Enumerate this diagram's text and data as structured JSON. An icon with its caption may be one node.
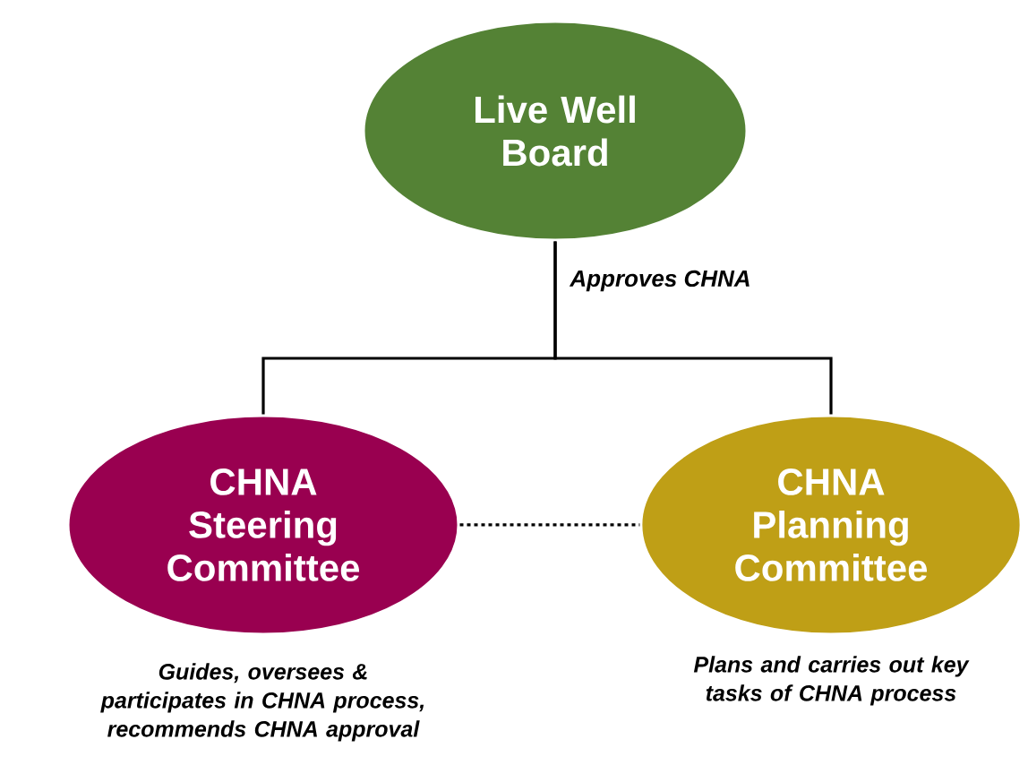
{
  "diagram": {
    "nodes": [
      {
        "text": [
          "Live Well Board"
        ]
      },
      {
        "text": [
          "CHNA Steering Committee"
        ],
        "beside": [
          "Guides, oversees & participates in CHNA process, recommends CHNA approval"
        ]
      },
      {
        "text": [
          "CHNA Planning Committee"
        ],
        "beside": [
          "Plans and carries out key tasks of CHNA process"
        ]
      }
    ],
    "edges": [
      {
        "from": 0,
        "to": 1,
        "arrow": "none",
        "label": "Approves CHNA"
      },
      {
        "from": 0,
        "to": 2,
        "arrow": "none"
      },
      {
        "from": 1,
        "to": 2,
        "arrow": "none",
        "style": "dashed"
      }
    ]
  }
}
